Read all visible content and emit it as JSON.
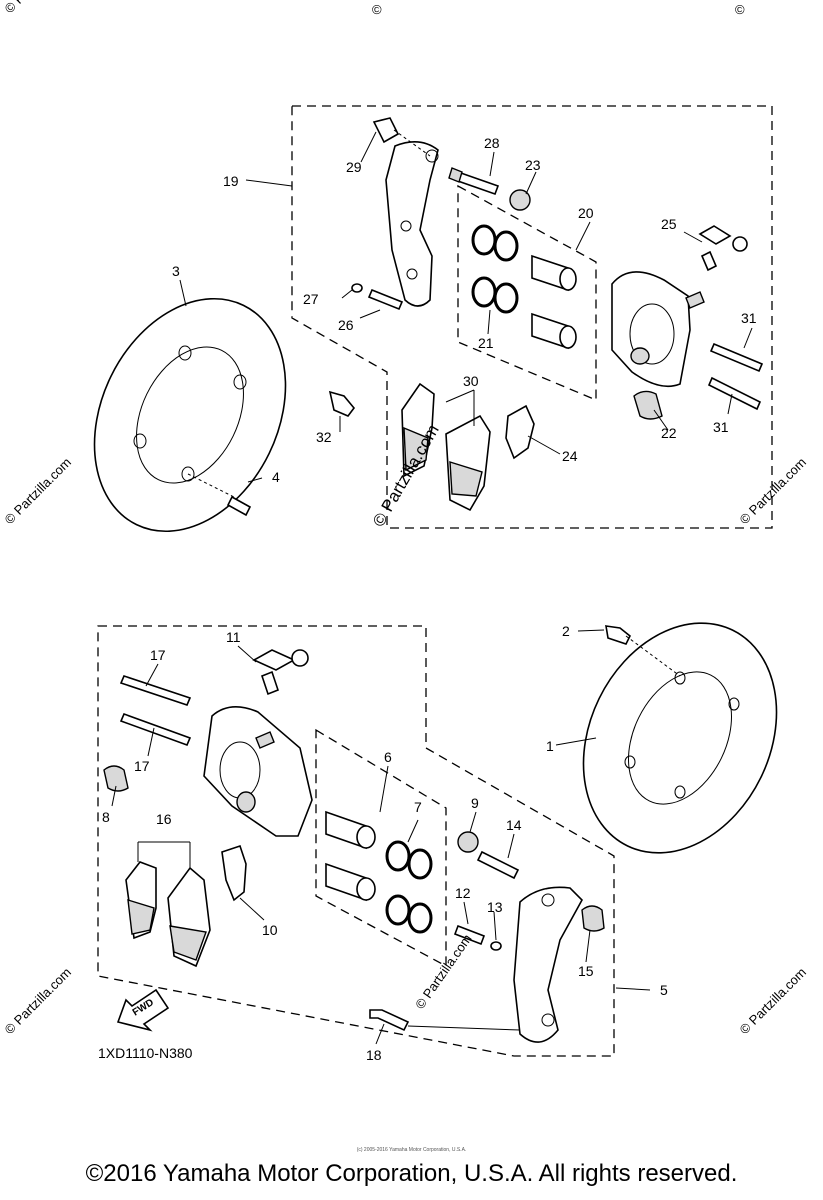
{
  "diagram_code": "1XD1110-N380",
  "copyright": "©2016 Yamaha Motor Corporation, U.S.A. All rights reserved.",
  "fine_print": "(c) 2005-2016 Yamaha Motor Corporation, U.S.A.",
  "fwd_label": "FWD",
  "watermark": "© Partzilla.com",
  "watermark_short": "© Partzilla.com",
  "callouts": {
    "c1": "1",
    "c2": "2",
    "c3": "3",
    "c4": "4",
    "c5": "5",
    "c6": "6",
    "c7": "7",
    "c8": "8",
    "c9": "9",
    "c10": "10",
    "c11": "11",
    "c12": "12",
    "c13": "13",
    "c14": "14",
    "c15": "15",
    "c16": "16",
    "c17a": "17",
    "c17b": "17",
    "c18": "18",
    "c19": "19",
    "c20": "20",
    "c21": "21",
    "c22": "22",
    "c23": "23",
    "c24": "24",
    "c25": "25",
    "c26": "26",
    "c27": "27",
    "c28": "28",
    "c29": "29",
    "c30": "30",
    "c31a": "31",
    "c31b": "31",
    "c32": "32"
  }
}
